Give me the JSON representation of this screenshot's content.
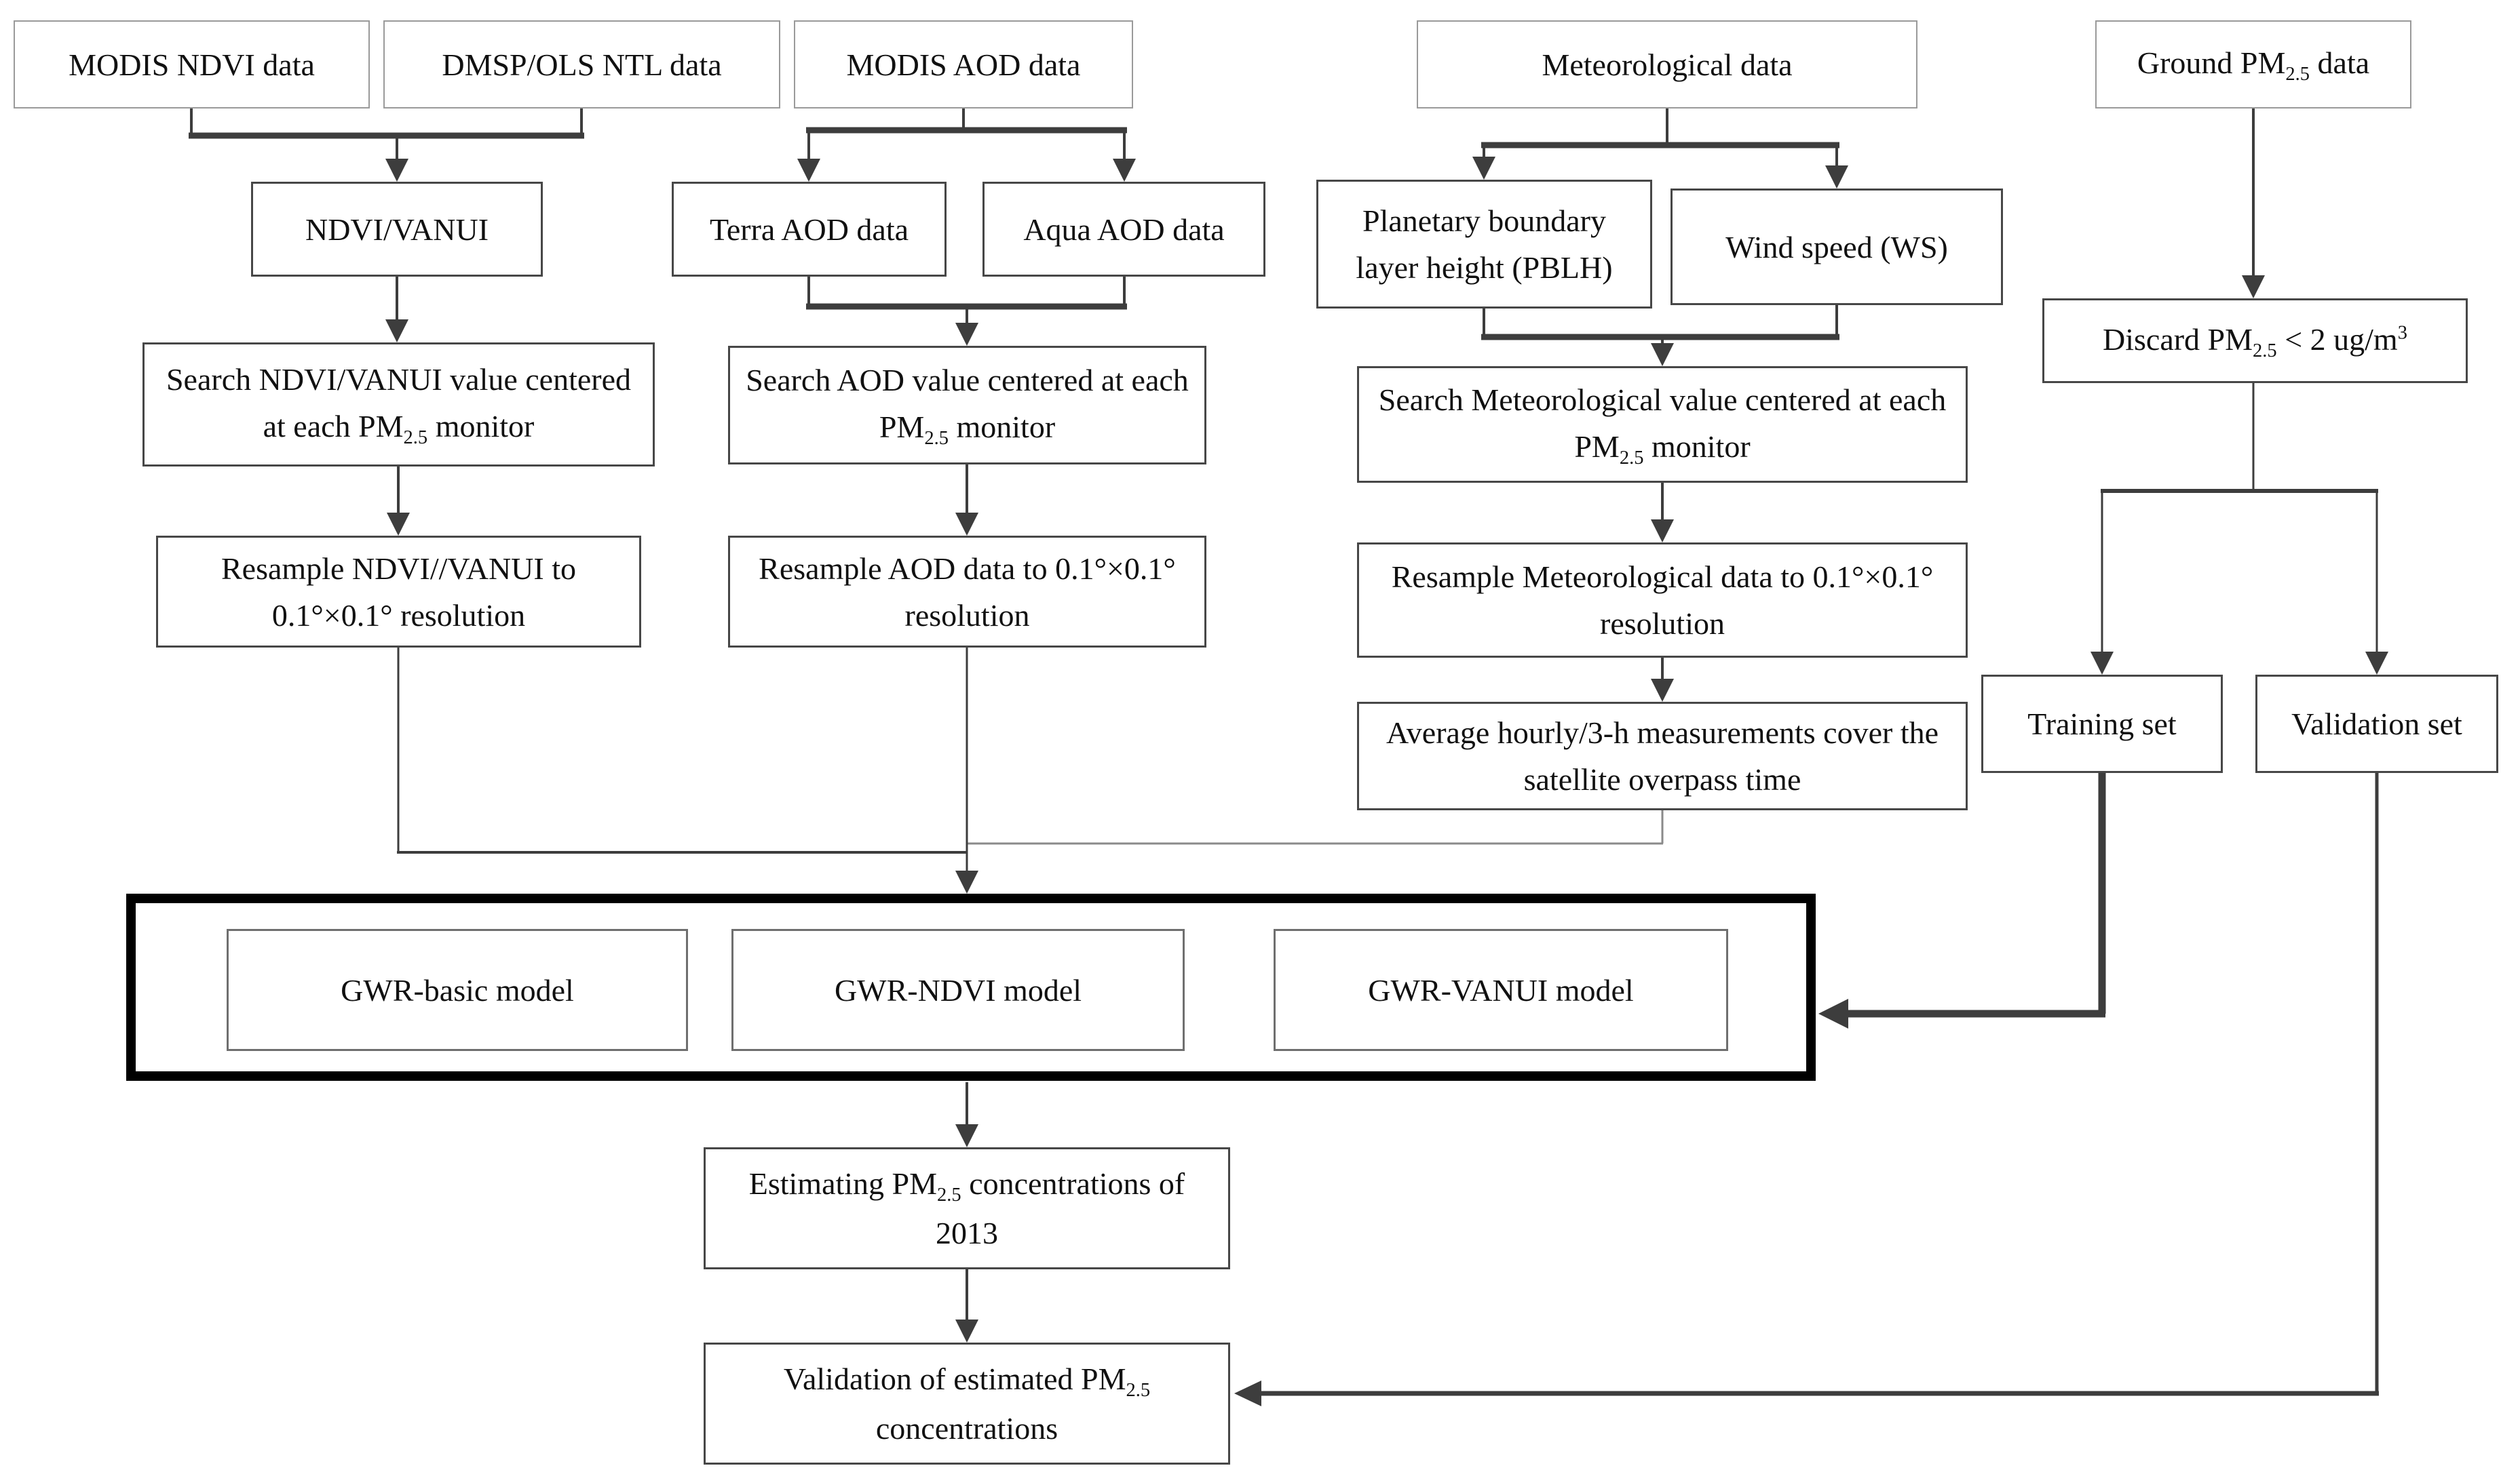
{
  "diagram": {
    "title": "PM2.5 GWR estimation flowchart",
    "colors": {
      "background": "#ffffff",
      "text": "#111111",
      "line": "#3d3d3d",
      "box_border": "#474747",
      "light_border": "#9a9a9a",
      "inner_border": "#6f6f6f",
      "bold_border": "#000000",
      "merge_line": "#8a8a8a"
    },
    "nodes": {
      "modis_ndvi": {
        "parts": [
          {
            "v": "MODIS NDVI data"
          }
        ]
      },
      "dmsp_ols": {
        "parts": [
          {
            "v": "DMSP/OLS NTL data"
          }
        ]
      },
      "modis_aod": {
        "parts": [
          {
            "v": "MODIS AOD data"
          }
        ]
      },
      "met_data": {
        "parts": [
          {
            "v": "Meteorological data"
          }
        ]
      },
      "ground_pm": {
        "parts": [
          {
            "v": "Ground PM"
          },
          {
            "s": "sub",
            "v": "2.5"
          },
          {
            "v": " data"
          }
        ]
      },
      "ndvi_vanui": {
        "parts": [
          {
            "v": "NDVI/VANUI"
          }
        ]
      },
      "terra_aod": {
        "parts": [
          {
            "v": "Terra AOD data"
          }
        ]
      },
      "aqua_aod": {
        "parts": [
          {
            "v": "Aqua AOD data"
          }
        ]
      },
      "pblh": {
        "parts": [
          {
            "v": "Planetary boundary layer height (PBLH)"
          }
        ]
      },
      "ws": {
        "parts": [
          {
            "v": "Wind speed (WS)"
          }
        ]
      },
      "discard": {
        "parts": [
          {
            "v": "Discard PM"
          },
          {
            "s": "sub",
            "v": "2.5"
          },
          {
            "v": " < 2 ug/m"
          },
          {
            "s": "sup",
            "v": "3"
          }
        ]
      },
      "search_ndvi": {
        "parts": [
          {
            "v": "Search NDVI/VANUI value centered at each PM"
          },
          {
            "s": "sub",
            "v": "2.5"
          },
          {
            "v": " monitor"
          }
        ]
      },
      "search_aod": {
        "parts": [
          {
            "v": "Search AOD value centered at each PM"
          },
          {
            "s": "sub",
            "v": "2.5"
          },
          {
            "v": " monitor"
          }
        ]
      },
      "search_met": {
        "parts": [
          {
            "v": "Search Meteorological value centered at each PM"
          },
          {
            "s": "sub",
            "v": "2.5"
          },
          {
            "v": " monitor"
          }
        ]
      },
      "resample_ndvi": {
        "parts": [
          {
            "v": "Resample NDVI//VANUI to 0.1°×0.1° resolution"
          }
        ]
      },
      "resample_aod": {
        "parts": [
          {
            "v": "Resample AOD data to 0.1°×0.1° resolution"
          }
        ]
      },
      "resample_met": {
        "parts": [
          {
            "v": "Resample Meteorological data to 0.1°×0.1° resolution"
          }
        ]
      },
      "average": {
        "parts": [
          {
            "v": "Average hourly/3-h measurements cover the satellite overpass time"
          }
        ]
      },
      "training": {
        "parts": [
          {
            "v": "Training set"
          }
        ]
      },
      "validation_set": {
        "parts": [
          {
            "v": "Validation set"
          }
        ]
      },
      "gwr_basic": {
        "parts": [
          {
            "v": "GWR-basic model"
          }
        ]
      },
      "gwr_ndvi": {
        "parts": [
          {
            "v": "GWR-NDVI model"
          }
        ]
      },
      "gwr_vanui": {
        "parts": [
          {
            "v": "GWR-VANUI model"
          }
        ]
      },
      "estimating": {
        "parts": [
          {
            "v": "Estimating PM"
          },
          {
            "s": "sub",
            "v": "2.5"
          },
          {
            "v": " concentrations of 2013"
          }
        ]
      },
      "validation_est": {
        "parts": [
          {
            "v": "Validation of estimated PM"
          },
          {
            "s": "sub",
            "v": "2.5"
          },
          {
            "v": " concentrations"
          }
        ]
      }
    },
    "edges": [
      {
        "from": "modis_ndvi",
        "to": "ndvi_vanui"
      },
      {
        "from": "dmsp_ols",
        "to": "ndvi_vanui"
      },
      {
        "from": "modis_aod",
        "to": "terra_aod"
      },
      {
        "from": "modis_aod",
        "to": "aqua_aod"
      },
      {
        "from": "met_data",
        "to": "pblh"
      },
      {
        "from": "met_data",
        "to": "ws"
      },
      {
        "from": "ground_pm",
        "to": "discard"
      },
      {
        "from": "ndvi_vanui",
        "to": "search_ndvi"
      },
      {
        "from": "terra_aod",
        "to": "search_aod"
      },
      {
        "from": "aqua_aod",
        "to": "search_aod"
      },
      {
        "from": "pblh",
        "to": "search_met"
      },
      {
        "from": "ws",
        "to": "search_met"
      },
      {
        "from": "search_ndvi",
        "to": "resample_ndvi"
      },
      {
        "from": "search_aod",
        "to": "resample_aod"
      },
      {
        "from": "search_met",
        "to": "resample_met"
      },
      {
        "from": "resample_met",
        "to": "average"
      },
      {
        "from": "resample_ndvi",
        "to": "gwr_models"
      },
      {
        "from": "resample_aod",
        "to": "gwr_models"
      },
      {
        "from": "average",
        "to": "gwr_models"
      },
      {
        "from": "discard",
        "to": "training"
      },
      {
        "from": "discard",
        "to": "validation_set"
      },
      {
        "from": "training",
        "to": "gwr_models"
      },
      {
        "from": "gwr_models",
        "to": "estimating"
      },
      {
        "from": "estimating",
        "to": "validation_est"
      },
      {
        "from": "validation_set",
        "to": "validation_est"
      }
    ]
  }
}
